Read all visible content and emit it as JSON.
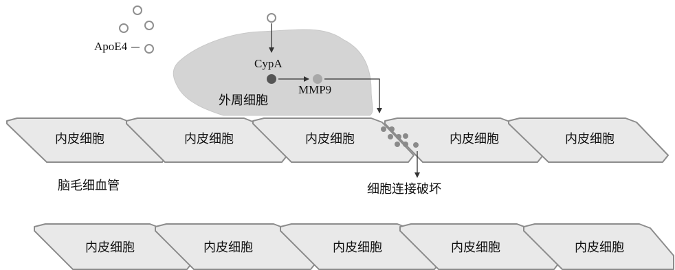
{
  "labels": {
    "apoe4": "ApoE4",
    "cypa": "CypA",
    "mmp9": "MMP9",
    "pericyte": "外周细胞",
    "endothelial": "内皮细胞",
    "capillary": "脑毛细血管",
    "junction_break": "细胞连接破坏"
  },
  "colors": {
    "cell_fill": "#e9e9e9",
    "cell_stroke": "#8c8c8c",
    "pericyte_fill": "#d4d4d4",
    "cypa_dot": "#555555",
    "mmp9_dot": "#a8a8a8",
    "junction_dot": "#8a8a8a"
  }
}
